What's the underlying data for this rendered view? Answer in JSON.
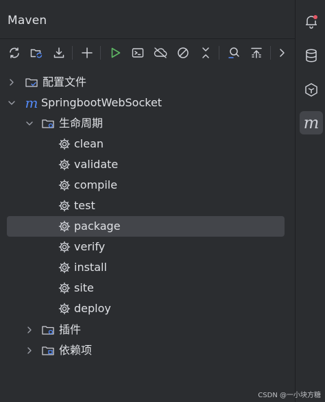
{
  "panel": {
    "title": "Maven"
  },
  "toolbar": {
    "icons": [
      "reload-icon",
      "generate-sources-icon",
      "download-icon",
      "add-icon",
      "run-icon",
      "execute-goal-icon",
      "offline-icon",
      "skip-tests-icon",
      "collapse-all-icon",
      "analyze-dependencies-icon",
      "show-settings-icon",
      "more-icon"
    ]
  },
  "tree": {
    "config_files": "配置文件",
    "project": "SpringbootWebSocket",
    "lifecycle": "生命周期",
    "goals": [
      "clean",
      "validate",
      "compile",
      "test",
      "package",
      "verify",
      "install",
      "site",
      "deploy"
    ],
    "selected_goal": "package",
    "plugins": "插件",
    "dependencies": "依赖项"
  },
  "side_strip": {
    "icons": [
      "notifications-icon",
      "database-icon",
      "ai-assistant-icon",
      "maven-icon"
    ],
    "active": "maven-icon"
  },
  "watermark": "CSDN @一小块方糖",
  "colors": {
    "background": "#2b2d30",
    "selection": "#43454a",
    "run_green": "#5fb865",
    "accent_blue": "#548af7",
    "notification_dot": "#e55765"
  }
}
